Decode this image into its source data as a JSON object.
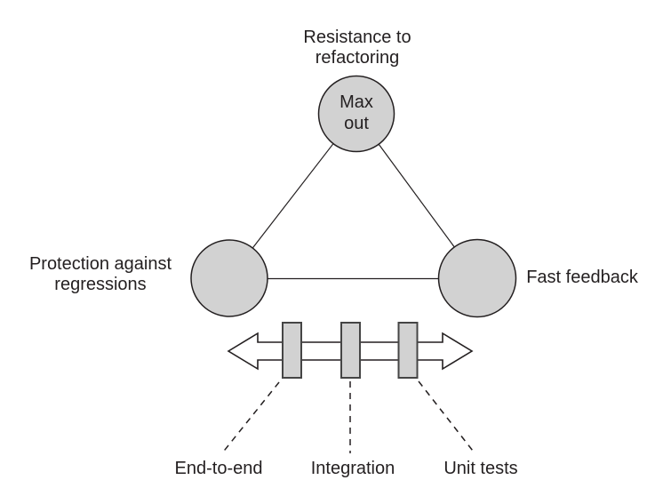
{
  "colors": {
    "background": "#ffffff",
    "node_fill": "#d2d2d2",
    "marker_fill": "#d2d2d2",
    "stroke": "#231f20",
    "marker_stroke": "#454545",
    "text": "#231f20"
  },
  "triangle": {
    "top_vertex": {
      "label": "Resistance to\nrefactoring",
      "node_text": "Max\nout"
    },
    "left_vertex": {
      "label": "Protection against\nregressions"
    },
    "right_vertex": {
      "label": "Fast feedback"
    }
  },
  "spectrum": {
    "arrow_icon": "double-headed-horizontal-arrow",
    "test_types": [
      {
        "label": "End-to-end"
      },
      {
        "label": "Integration"
      },
      {
        "label": "Unit tests"
      }
    ]
  }
}
